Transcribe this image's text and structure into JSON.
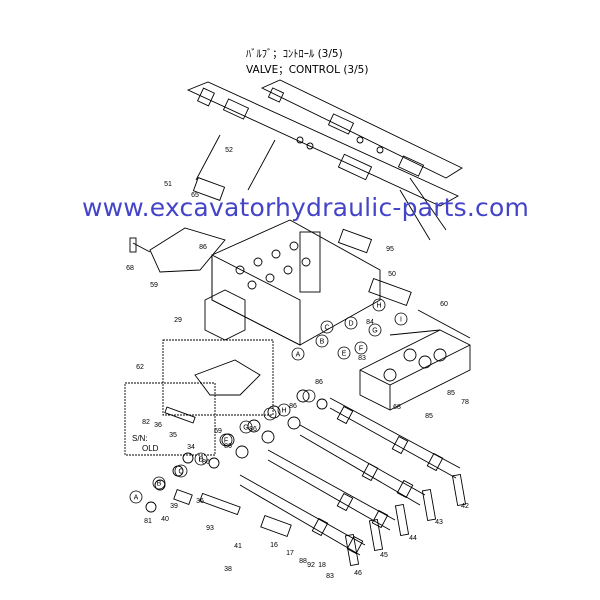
{
  "title_jp": "ﾊﾞﾙﾌﾞ；ｺﾝﾄﾛｰﾙ (3/5)",
  "title_en": "VALVE；CONTROL (3/5)",
  "watermark": "www.excavatorhydraulic-parts.com",
  "serial_label_1": "S/N:",
  "serial_label_2": "OLD",
  "callouts": [
    {
      "id": "c-52",
      "text": "52"
    },
    {
      "id": "c-51",
      "text": "51"
    },
    {
      "id": "c-65",
      "text": "65"
    },
    {
      "id": "c-59",
      "text": "59"
    },
    {
      "id": "c-68",
      "text": "68"
    },
    {
      "id": "c-86a",
      "text": "86"
    },
    {
      "id": "c-29",
      "text": "29"
    },
    {
      "id": "c-95",
      "text": "95"
    },
    {
      "id": "c-50",
      "text": "50"
    },
    {
      "id": "c-60",
      "text": "60"
    },
    {
      "id": "c-84",
      "text": "84"
    },
    {
      "id": "c-83",
      "text": "83"
    },
    {
      "id": "c-62",
      "text": "62"
    },
    {
      "id": "c-69",
      "text": "69"
    },
    {
      "id": "c-82",
      "text": "82"
    },
    {
      "id": "c-36a",
      "text": "36"
    },
    {
      "id": "c-35",
      "text": "35"
    },
    {
      "id": "c-34",
      "text": "34"
    },
    {
      "id": "c-86b",
      "text": "86"
    },
    {
      "id": "c-86c",
      "text": "86"
    },
    {
      "id": "c-86d",
      "text": "86"
    },
    {
      "id": "c-86e",
      "text": "86"
    },
    {
      "id": "c-86f",
      "text": "86"
    },
    {
      "id": "c-68b",
      "text": "68"
    },
    {
      "id": "c-85a",
      "text": "85"
    },
    {
      "id": "c-85b",
      "text": "85"
    },
    {
      "id": "c-78",
      "text": "78"
    },
    {
      "id": "c-36b",
      "text": "36"
    },
    {
      "id": "c-40",
      "text": "40"
    },
    {
      "id": "c-39",
      "text": "39"
    },
    {
      "id": "c-81",
      "text": "81"
    },
    {
      "id": "c-41",
      "text": "41"
    },
    {
      "id": "c-93",
      "text": "93"
    },
    {
      "id": "c-38",
      "text": "38"
    },
    {
      "id": "c-16",
      "text": "16"
    },
    {
      "id": "c-17",
      "text": "17"
    },
    {
      "id": "c-88",
      "text": "88"
    },
    {
      "id": "c-92",
      "text": "92"
    },
    {
      "id": "c-18",
      "text": "18"
    },
    {
      "id": "c-83b",
      "text": "83"
    },
    {
      "id": "c-46",
      "text": "46"
    },
    {
      "id": "c-45",
      "text": "45"
    },
    {
      "id": "c-44",
      "text": "44"
    },
    {
      "id": "c-43",
      "text": "43"
    },
    {
      "id": "c-42",
      "text": "42"
    }
  ],
  "letters": [
    {
      "id": "l-a1",
      "text": "A"
    },
    {
      "id": "l-b1",
      "text": "B"
    },
    {
      "id": "l-c1",
      "text": "C"
    },
    {
      "id": "l-d1",
      "text": "D"
    },
    {
      "id": "l-e1",
      "text": "E"
    },
    {
      "id": "l-f1",
      "text": "F"
    },
    {
      "id": "l-g1",
      "text": "G"
    },
    {
      "id": "l-h1",
      "text": "H"
    },
    {
      "id": "l-i1",
      "text": "I"
    },
    {
      "id": "l-a2",
      "text": "A"
    },
    {
      "id": "l-b2",
      "text": "B"
    },
    {
      "id": "l-c2",
      "text": "C"
    },
    {
      "id": "l-d2",
      "text": "D"
    },
    {
      "id": "l-e2",
      "text": "E"
    },
    {
      "id": "l-f2",
      "text": "F"
    },
    {
      "id": "l-g2",
      "text": "G"
    },
    {
      "id": "l-h2",
      "text": "H"
    },
    {
      "id": "l-i2",
      "text": "I"
    }
  ]
}
